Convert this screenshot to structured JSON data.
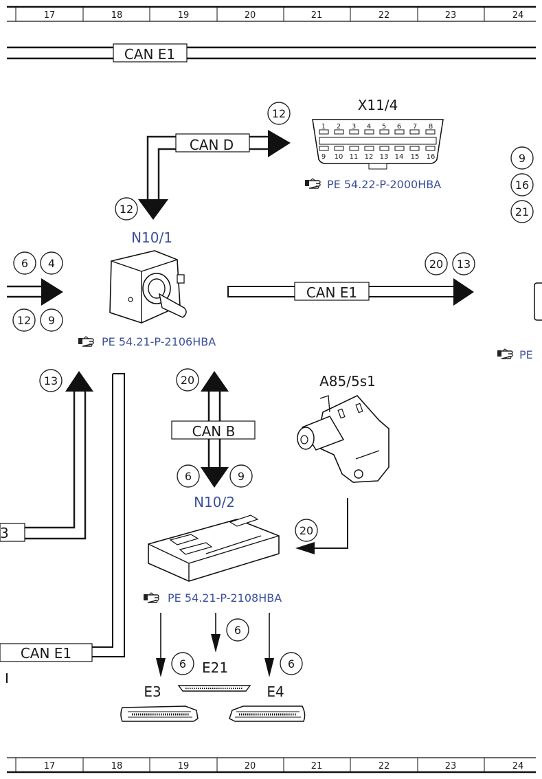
{
  "grid": {
    "columns": [
      "17",
      "18",
      "19",
      "20",
      "21",
      "22",
      "23",
      "24"
    ]
  },
  "buses": {
    "top": "CAN E1",
    "can_d": "CAN D",
    "mid": "CAN E1",
    "can_b": "CAN B",
    "bottom_left": "CAN E1"
  },
  "components": {
    "x11_4": {
      "label": "X11/4",
      "pins_top": [
        "1",
        "2",
        "3",
        "4",
        "5",
        "6",
        "7",
        "8"
      ],
      "pins_bottom": [
        "9",
        "10",
        "11",
        "12",
        "13",
        "14",
        "15",
        "16"
      ],
      "ref": "PE 54.22-P-2000HBA"
    },
    "n10_1": {
      "label": "N10/1",
      "ref": "PE 54.21-P-2106HBA"
    },
    "a85_5s1": {
      "label": "A85/5s1"
    },
    "n10_2": {
      "label": "N10/2",
      "ref": "PE 54.21-P-2108HBA"
    },
    "e21": {
      "label": "E21"
    },
    "e3": {
      "label": "E3"
    },
    "e4": {
      "label": "E4"
    },
    "right_ref": {
      "ref": "PE"
    }
  },
  "signals": {
    "can_d_right": "12",
    "can_d_down": "12",
    "right_col": [
      "9",
      "16",
      "21"
    ],
    "left_in_top": [
      "6",
      "4"
    ],
    "left_in_bottom": [
      "12",
      "9"
    ],
    "can_e1_right": [
      "20",
      "13"
    ],
    "left_up": "13",
    "can_b_up": "20",
    "can_b_down": [
      "6",
      "9"
    ],
    "a85_to_n10_2": "20",
    "e21_sig": "6",
    "e3_sig": "6",
    "e4_sig": "6",
    "left_partial": "3"
  },
  "icons": {
    "reference": "pointing-hand-icon"
  }
}
